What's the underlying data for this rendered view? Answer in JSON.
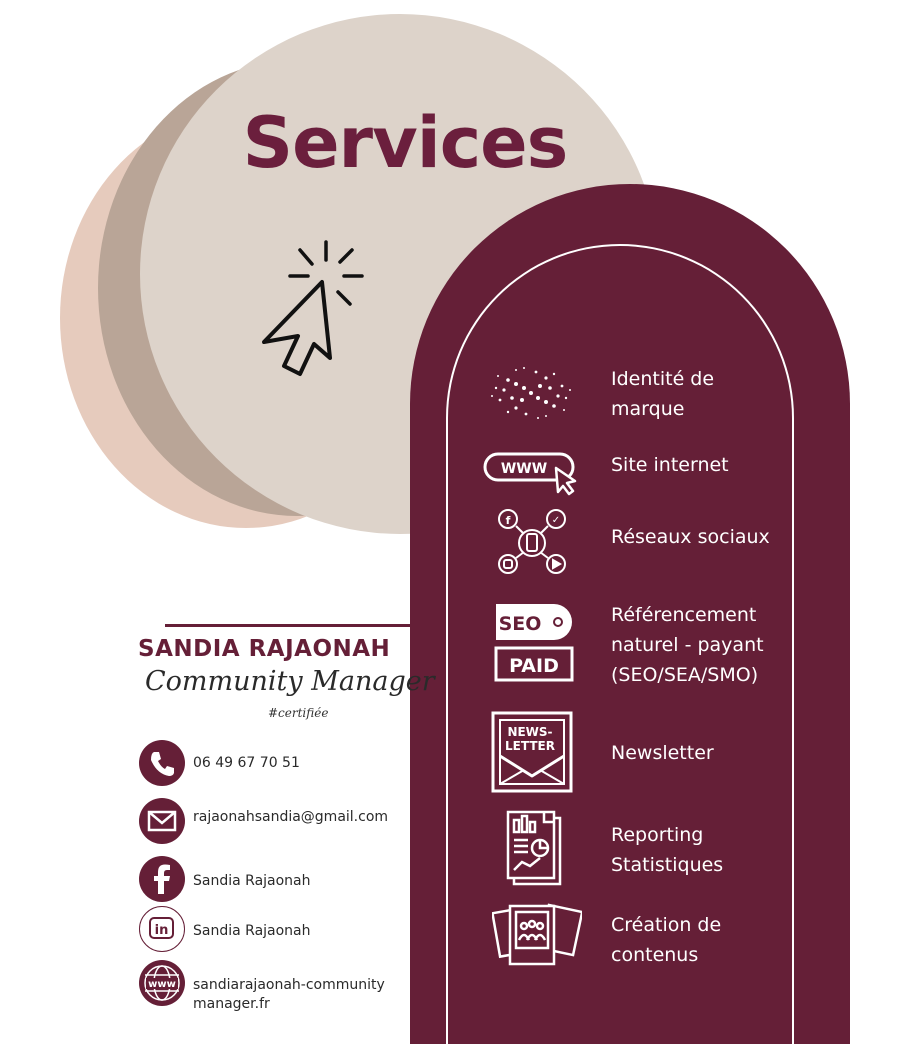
{
  "title": "Services",
  "services": [
    {
      "label_line1": "Identité de",
      "label_line2": "marque",
      "icon": "brand-identity-icon"
    },
    {
      "label_line1": "Site internet",
      "icon": "www-browser-icon",
      "icon_text": "WWW"
    },
    {
      "label_line1": "Réseaux sociaux",
      "icon": "social-network-icon"
    },
    {
      "label_line1": "Référencement",
      "label_line2": "naturel - payant",
      "label_line3": "(SEO/SEA/SMO)",
      "icon": "seo-paid-icon",
      "icon_text1": "SEO",
      "icon_text2": "PAID"
    },
    {
      "label_line1": "Newsletter",
      "icon": "newsletter-icon",
      "icon_text1": "NEWS-",
      "icon_text2": "LETTER"
    },
    {
      "label_line1": "Reporting",
      "label_line2": "Statistiques",
      "icon": "report-statistics-icon"
    },
    {
      "label_line1": "Création de",
      "label_line2": "contenus",
      "icon": "photos-content-icon"
    }
  ],
  "profile": {
    "name": "SANDIA RAJAONAH",
    "role": "Community Manager",
    "certified": "#certifiée"
  },
  "contacts": {
    "phone": "06 49 67 70 51",
    "email": "rajaonahsandia@gmail.com",
    "facebook": "Sandia Rajaonah",
    "linkedin": "Sandia Rajaonah",
    "website_line1": "sandiarajaonah-community",
    "website_line2": "manager.fr",
    "linkedin_icon_text": "in",
    "website_icon_text": "www"
  },
  "colors": {
    "accent": "#651f37",
    "beige_light": "#ddd3ca",
    "beige_mid": "#b9a597",
    "peach": "#e6cbbd"
  }
}
